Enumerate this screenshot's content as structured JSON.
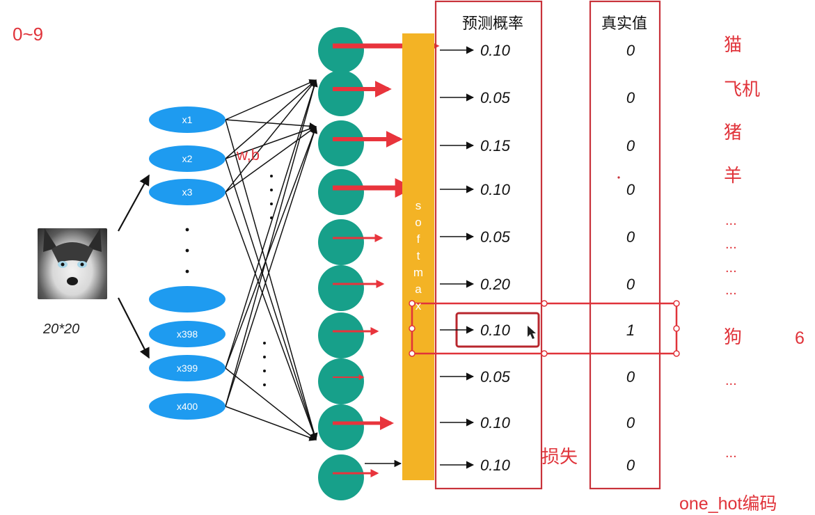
{
  "labels": {
    "range": "0~9",
    "image_size": "20*20",
    "weights": "w,b",
    "softmax": "softmax",
    "loss": "损失",
    "onehot": "one_hot编码",
    "index": "6"
  },
  "columns": {
    "predicted": "预测概率",
    "truth": "真实值"
  },
  "inputs": [
    "x1",
    "x2",
    "x3",
    "",
    "x398",
    "x399",
    "x400"
  ],
  "probabilities": [
    "0.10",
    "0.05",
    "0.15",
    "0.10",
    "0.05",
    "0.20",
    "0.10",
    "0.05",
    "0.10",
    "0.10"
  ],
  "truth": [
    "0",
    "0",
    "0",
    "0",
    "0",
    "0",
    "1",
    "0",
    "0",
    "0"
  ],
  "classes": {
    "cat": "猫",
    "plane": "飞机",
    "pig": "猪",
    "sheep": "羊",
    "dog": "狗",
    "ellipsis": "..."
  },
  "colors": {
    "input_node": "#1e9bf0",
    "output_node": "#17a08a",
    "softmax_bar": "#f3b325",
    "annotation": "#e0333a",
    "table_border": "#c8323a"
  }
}
